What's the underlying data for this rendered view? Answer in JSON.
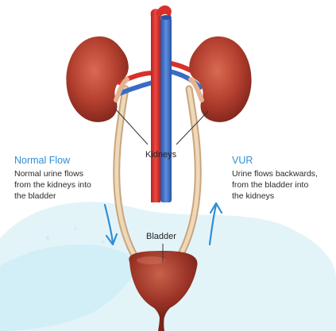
{
  "labels": {
    "kidneys": "Kidneys",
    "bladder": "Bladder"
  },
  "normal_flow": {
    "title": "Normal Flow",
    "lines": [
      "Normal urine flows",
      "from the kidneys into",
      "the bladder"
    ]
  },
  "vur": {
    "title": "VUR",
    "lines": [
      "Urine flows backwards,",
      "from the bladder into",
      "the kidneys"
    ]
  },
  "colors": {
    "accent_blue": "#2f8fd6",
    "kidney_red": "#a8372c",
    "artery_red": "#d8302b",
    "vein_blue": "#3a6cc6",
    "ureter_tan": "#e6c9a3",
    "bladder_red": "#9a3326",
    "splash_cyan": "#dff3f8"
  }
}
